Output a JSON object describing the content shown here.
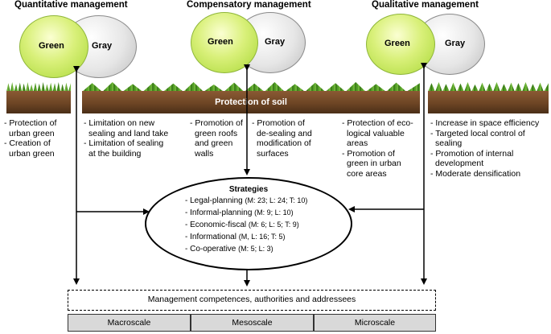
{
  "headers": {
    "quantitative": "Quantitative management",
    "compensatory": "Compensatory management",
    "qualitative": "Qualitative management"
  },
  "circles": {
    "green": "Green",
    "gray": "Gray"
  },
  "soil": {
    "label": "Protection of soil"
  },
  "lists": {
    "col1": [
      "- Protection of",
      "urban green",
      "- Creation of",
      "urban green"
    ],
    "col2": [
      "- Limitation on new",
      "sealing and land take",
      "- Limitation of sealing",
      "at the building"
    ],
    "col3": [
      "- Promotion of",
      "green roofs",
      "and green",
      "walls"
    ],
    "col4": [
      "- Promotion of",
      "de-sealing and",
      "modification of",
      "surfaces"
    ],
    "col5": [
      "- Protection of eco-",
      "logical valuable",
      "areas",
      "- Promotion of",
      "green in urban",
      "core areas"
    ],
    "col6": [
      "- Increase in space efficiency",
      "- Targeted local control of",
      "sealing",
      "- Promotion of internal",
      "development",
      "- Moderate densification"
    ]
  },
  "strategies": {
    "title": "Strategies",
    "items": [
      {
        "name": "- Legal-planning",
        "detail": "(M: 23; L: 24; T: 10)"
      },
      {
        "name": "- Informal-planning",
        "detail": "(M: 9; L: 10)"
      },
      {
        "name": "- Economic-fiscal",
        "detail": "(M: 6; L: 5; T: 9)"
      },
      {
        "name": "- Informational",
        "detail": "(M, L: 16; T: 5)"
      },
      {
        "name": "- Co-operative",
        "detail": "(M: 5; L: 3)"
      }
    ]
  },
  "management_box": "Management competences, authorities and addressees",
  "scales": [
    "Macroscale",
    "Mesoscale",
    "Microscale"
  ]
}
